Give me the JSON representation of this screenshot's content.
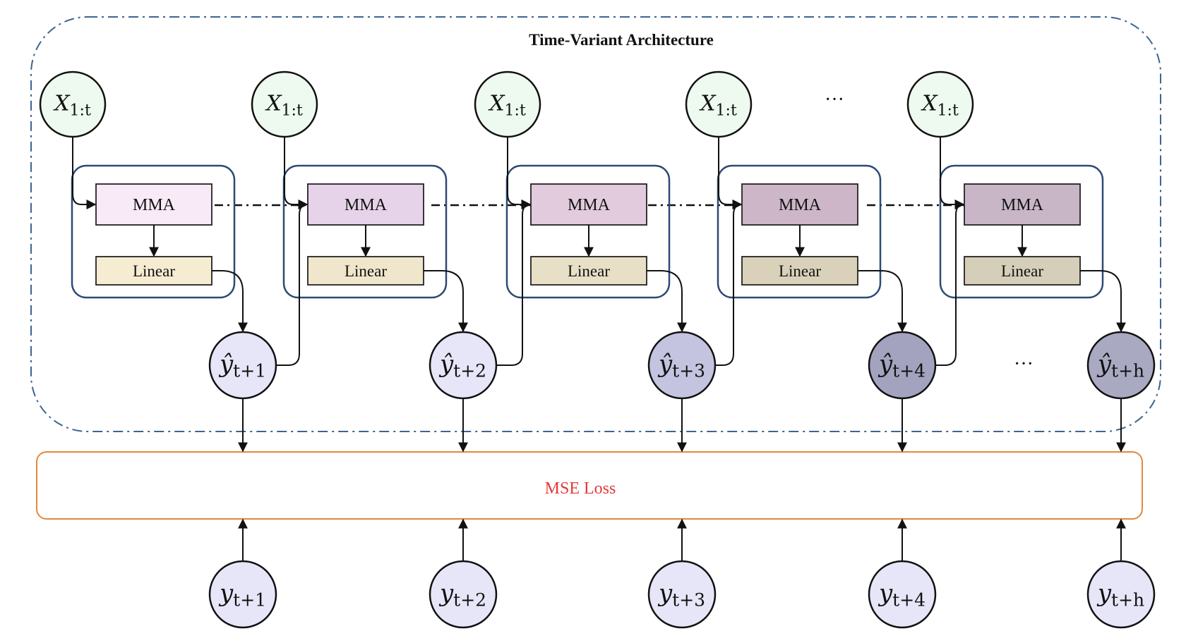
{
  "title": "Time-Variant Architecture",
  "loss_label": "MSE Loss",
  "ellipsis": "···",
  "blocks": [
    {
      "mma": "MMA",
      "linear": "Linear",
      "mma_fill": "#f8eaf7",
      "linear_fill": "#f6ecd2"
    },
    {
      "mma": "MMA",
      "linear": "Linear",
      "mma_fill": "#e6d3e9",
      "linear_fill": "#efe6cb"
    },
    {
      "mma": "MMA",
      "linear": "Linear",
      "mma_fill": "#e2cbdc",
      "linear_fill": "#e8e0c6"
    },
    {
      "mma": "MMA",
      "linear": "Linear",
      "mma_fill": "#ccb6c8",
      "linear_fill": "#d9d1b9"
    },
    {
      "mma": "MMA",
      "linear": "Linear",
      "mma_fill": "#c8b6c7",
      "linear_fill": "#d5ceb8"
    }
  ],
  "inputs": [
    {
      "base": "X",
      "sub": "1:t"
    },
    {
      "base": "X",
      "sub": "1:t"
    },
    {
      "base": "X",
      "sub": "1:t"
    },
    {
      "base": "X",
      "sub": "1:t"
    },
    {
      "base": "X",
      "sub": "1:t"
    }
  ],
  "predictions": [
    {
      "base": "ŷ",
      "sub": "t+1",
      "fill": "#e6e6f8"
    },
    {
      "base": "ŷ",
      "sub": "t+2",
      "fill": "#e6e6f8"
    },
    {
      "base": "ŷ",
      "sub": "t+3",
      "fill": "#c4c4e0"
    },
    {
      "base": "ŷ",
      "sub": "t+4",
      "fill": "#a3a3bf"
    },
    {
      "base": "ŷ",
      "sub": "t+h",
      "fill": "#a9a9c2"
    }
  ],
  "targets": [
    {
      "base": "y",
      "sub": "t+1"
    },
    {
      "base": "y",
      "sub": "t+2"
    },
    {
      "base": "y",
      "sub": "t+3"
    },
    {
      "base": "y",
      "sub": "t+4"
    },
    {
      "base": "y",
      "sub": "t+h"
    }
  ],
  "colors": {
    "frame": "#3d6490",
    "block_border": "#2c4a75",
    "input_fill": "#eefaef",
    "target_fill": "#e6e6f8",
    "loss_border": "#e08a3a",
    "loss_text": "#e03a3a"
  }
}
